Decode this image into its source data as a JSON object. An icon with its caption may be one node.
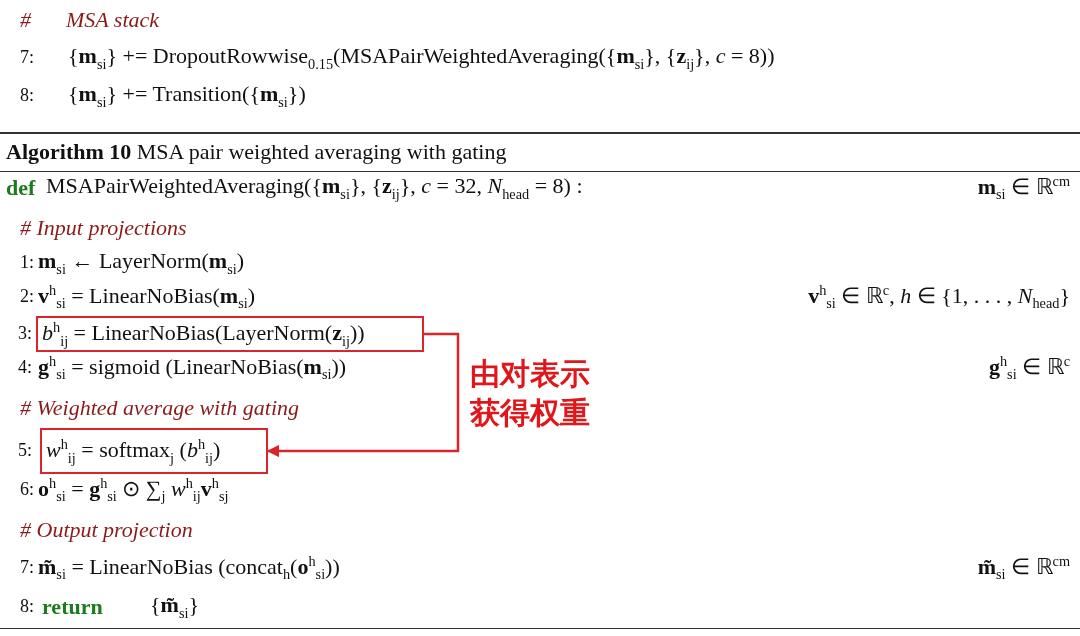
{
  "diagram": {
    "nodes": [
      {
        "text": [
          "*b*$^{h}$$_{ij}$ = LinearNoBias(LayerNorm(**z**$_{ij}$))"
        ]
      },
      {
        "text": [
          "*w*$^{h}$$_{ij}$ = softmax$_{j}$ (*b*$^{h}$$_{ij}$)"
        ]
      }
    ],
    "edges": [
      {
        "from": 0,
        "to": 1,
        "arrow": "to",
        "color": "#d9262c"
      }
    ],
    "labels": [
      "#",
      "MSA stack",
      "7:",
      "{**m**$_{si}$} += DropoutRowwise$_{0.15}$(MSAPairWeightedAveraging({**m**$_{si}$}, {**z**$_{ij}$}, *c* = 8))",
      "8:",
      "{**m**$_{si}$} += Transition({**m**$_{si}$})",
      "**Algorithm 10** MSA pair weighted averaging with gating",
      "def",
      "MSAPairWeightedAveraging({**m**$_{si}$}, {**z**$_{ij}$}, *c* = 32, *N*$_{head}$ = 8) :",
      "**m**$_{si}$ ∈ ℝ$^{cm}$",
      "# Input projections",
      "1:",
      "**m**$_{si}$ ← LayerNorm(**m**$_{si}$)",
      "2:",
      "**v**$^{h}$$_{si}$ = LinearNoBias(**m**$_{si}$)",
      "**v**$^{h}$$_{si}$ ∈ ℝ$^{c}$, *h* ∈ {1, . . . , *N*$_{head}$}",
      "3:",
      "4:",
      "**g**$^{h}$$_{si}$ = sigmoid (LinearNoBias(**m**$_{si}$))",
      "**g**$^{h}$$_{si}$ ∈ ℝ$^{c}$",
      "# Weighted average with gating",
      "由对表示获得权重",
      "5:",
      "6:",
      "**o**$^{h}$$_{si}$ = **g**$^{h}$$_{si}$ ⊙ ∑$_{j}$ *w*$^{h}$$_{ij}$**v**$^{h}$$_{sj}$",
      "# Output projection",
      "7:",
      "**m̃**$_{si}$ = LinearNoBias (concat$_{h}$(**o**$^{h}$$_{si}$))",
      "**m̃**$_{si}$ ∈ ℝ$^{cm}$",
      "8:",
      "return",
      "{**m̃**$_{si}$}"
    ]
  }
}
